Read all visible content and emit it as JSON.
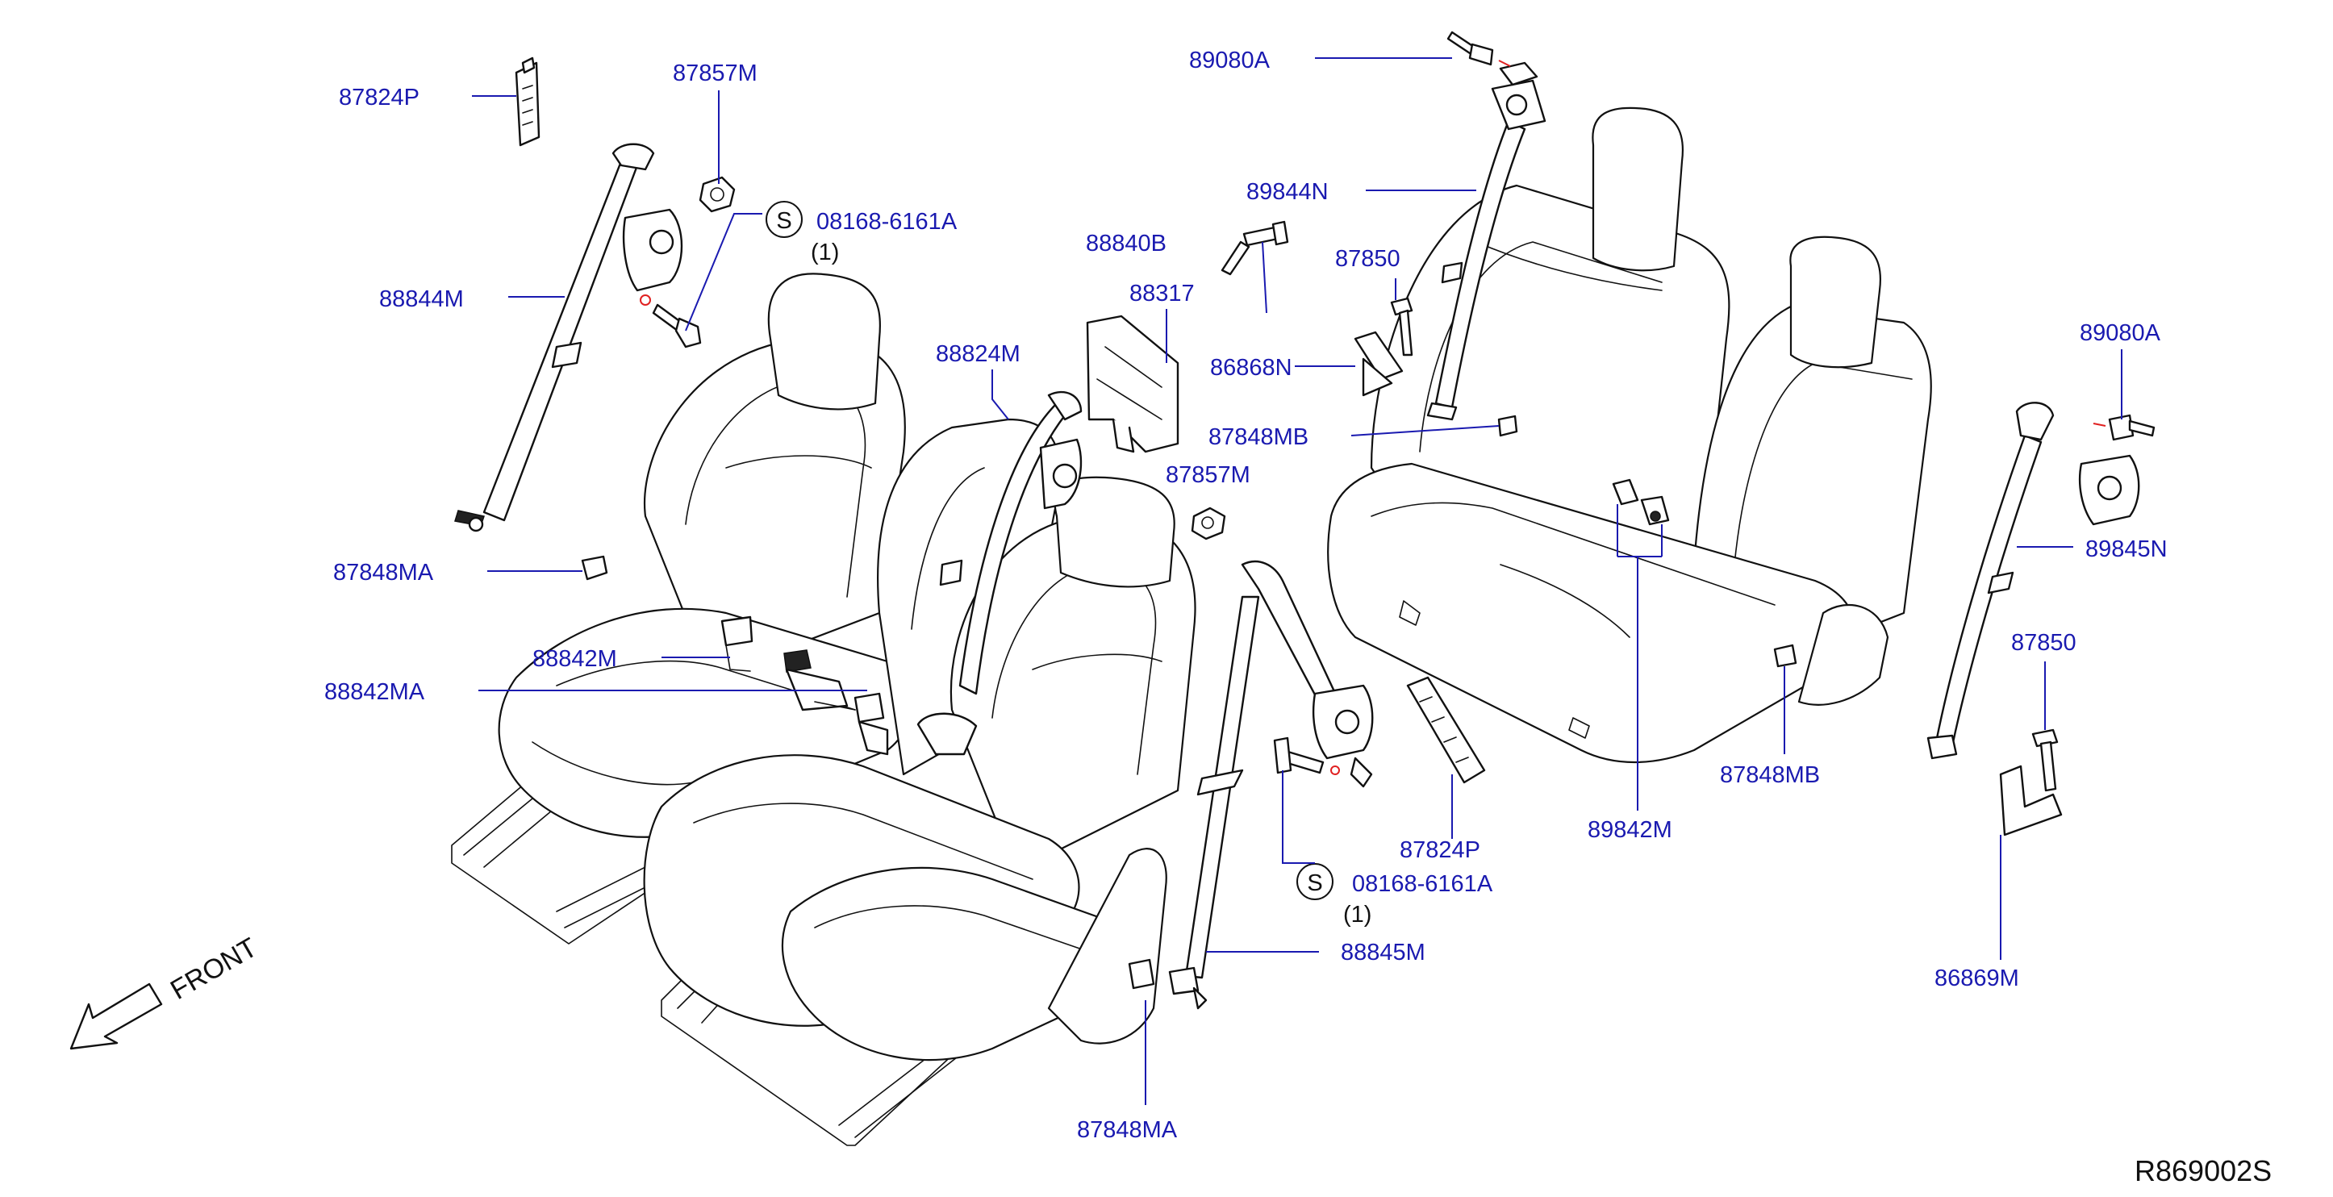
{
  "diagram_id": "R869002S",
  "front_label": "FRONT",
  "screw_symbol": "S",
  "quantity_note": "(1)",
  "colors": {
    "callout": "#1a1ab0",
    "linework": "#111111",
    "marker": "#e02020"
  },
  "callouts": {
    "c_87824P_top": "87824P",
    "c_87857M_top": "87857M",
    "c_08168_top": "08168-6161A",
    "c_88844M": "88844M",
    "c_87848MA_left": "87848MA",
    "c_88842M": "88842M",
    "c_88842MA": "88842MA",
    "c_88824M": "88824M",
    "c_88317": "88317",
    "c_88840B": "88840B",
    "c_87857M_mid": "87857M",
    "c_86868N": "86868N",
    "c_87848MB_top": "87848MB",
    "c_87850_top": "87850",
    "c_89844N": "89844N",
    "c_89080A_top": "89080A",
    "c_89080A_right": "89080A",
    "c_89845N": "89845N",
    "c_87850_right": "87850",
    "c_86869M": "86869M",
    "c_87848MB_bottom": "87848MB",
    "c_89842M": "89842M",
    "c_87824P_bottom": "87824P",
    "c_08168_bottom": "08168-6161A",
    "c_88845M": "88845M",
    "c_87848MA_bottom": "87848MA"
  }
}
